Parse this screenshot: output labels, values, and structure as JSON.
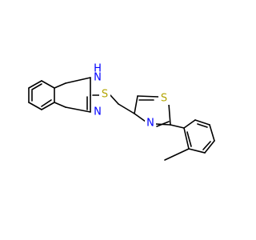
{
  "molecule": {
    "colors": {
      "bond": "#000000",
      "nitrogen": "#0000FF",
      "sulfur": "#B2A400",
      "background": "#FFFFFF"
    },
    "atom_labels": {
      "nh": "H",
      "n_imidazole_nh": "N",
      "n_imidazole": "N",
      "s_thioether": "S",
      "s_thiazole": "S",
      "n_thiazole": "N"
    }
  }
}
